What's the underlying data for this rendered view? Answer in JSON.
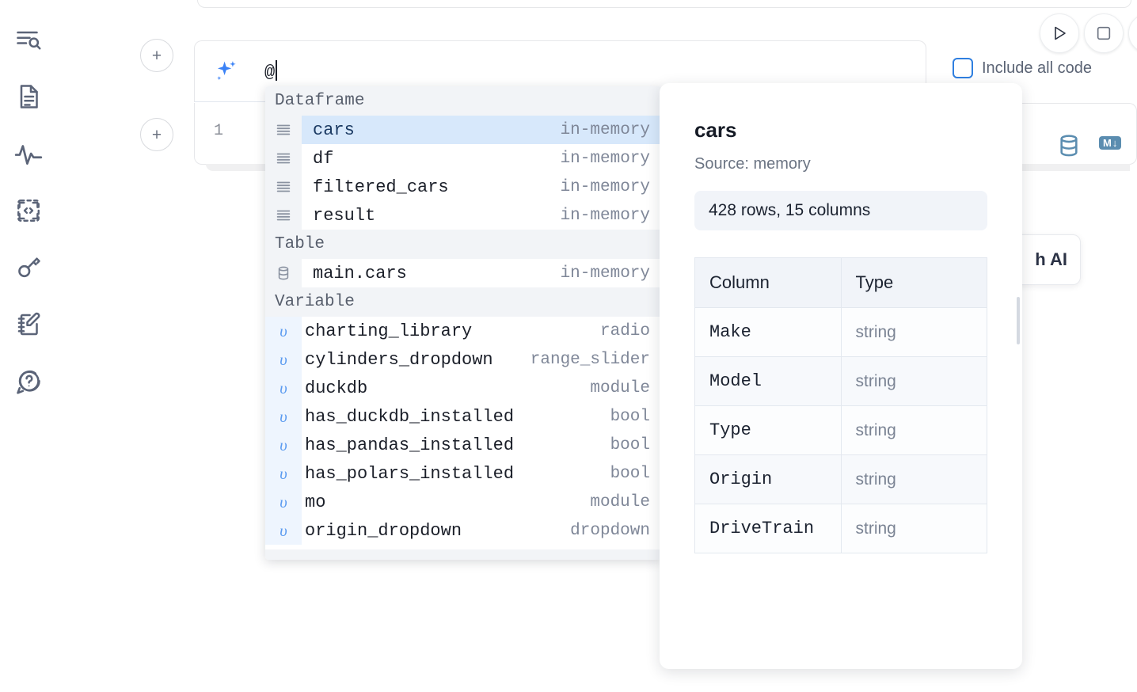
{
  "sidebar": {
    "items": [
      {
        "name": "outline-search-icon",
        "label": "Outline / Search"
      },
      {
        "name": "file-text-icon",
        "label": "Notebook file"
      },
      {
        "name": "activity-pulse-icon",
        "label": "Runtime activity"
      },
      {
        "name": "code-snippet-icon",
        "label": "Snippets"
      },
      {
        "name": "key-icon",
        "label": "Secrets"
      },
      {
        "name": "scratchpad-edit-icon",
        "label": "Scratchpad"
      },
      {
        "name": "help-chat-icon",
        "label": "Help"
      }
    ]
  },
  "cells": {
    "add_button_label": "+",
    "line_number": "1"
  },
  "ai_prompt": {
    "icon": "sparkle-icon",
    "value": "@",
    "placeholder": ""
  },
  "toolbar": {
    "run_icon": "play-triangle-icon",
    "stop_icon": "stop-square-icon",
    "include_all_code_label": "Include all code",
    "include_all_code_checked": false,
    "database_icon": "database-icon",
    "markdown_icon": "markdown-down-icon",
    "markdown_label": "M",
    "floating_ai_label": "h AI"
  },
  "autocomplete": {
    "sections": [
      {
        "title": "Dataframe",
        "icon": "dataframe-rows-icon",
        "kind": "dataframe",
        "items": [
          {
            "name": "cars",
            "type": "in-memory",
            "selected": true
          },
          {
            "name": "df",
            "type": "in-memory",
            "selected": false
          },
          {
            "name": "filtered_cars",
            "type": "in-memory",
            "selected": false
          },
          {
            "name": "result",
            "type": "in-memory",
            "selected": false
          }
        ]
      },
      {
        "title": "Table",
        "icon": "database-icon",
        "kind": "table",
        "items": [
          {
            "name": "main.cars",
            "type": "in-memory",
            "selected": false
          }
        ]
      },
      {
        "title": "Variable",
        "icon": "upsilon-icon",
        "kind": "variable",
        "items": [
          {
            "name": "charting_library",
            "type": "radio",
            "selected": false
          },
          {
            "name": "cylinders_dropdown",
            "type": "range_slider",
            "selected": false
          },
          {
            "name": "duckdb",
            "type": "module",
            "selected": false
          },
          {
            "name": "has_duckdb_installed",
            "type": "bool",
            "selected": false
          },
          {
            "name": "has_pandas_installed",
            "type": "bool",
            "selected": false
          },
          {
            "name": "has_polars_installed",
            "type": "bool",
            "selected": false
          },
          {
            "name": "mo",
            "type": "module",
            "selected": false
          },
          {
            "name": "origin_dropdown",
            "type": "dropdown",
            "selected": false
          }
        ]
      }
    ]
  },
  "doc_panel": {
    "title": "cars",
    "source": "Source: memory",
    "shape": "428 rows, 15 columns",
    "table": {
      "headers": [
        "Column",
        "Type"
      ],
      "rows": [
        [
          "Make",
          "string"
        ],
        [
          "Model",
          "string"
        ],
        [
          "Type",
          "string"
        ],
        [
          "Origin",
          "string"
        ],
        [
          "DriveTrain",
          "string"
        ]
      ]
    }
  },
  "colors": {
    "accent": "#3b82f6",
    "selected_row": "#d7e8fb",
    "section_bg": "#f2f4f7",
    "icon_blue": "#5b8db0"
  }
}
